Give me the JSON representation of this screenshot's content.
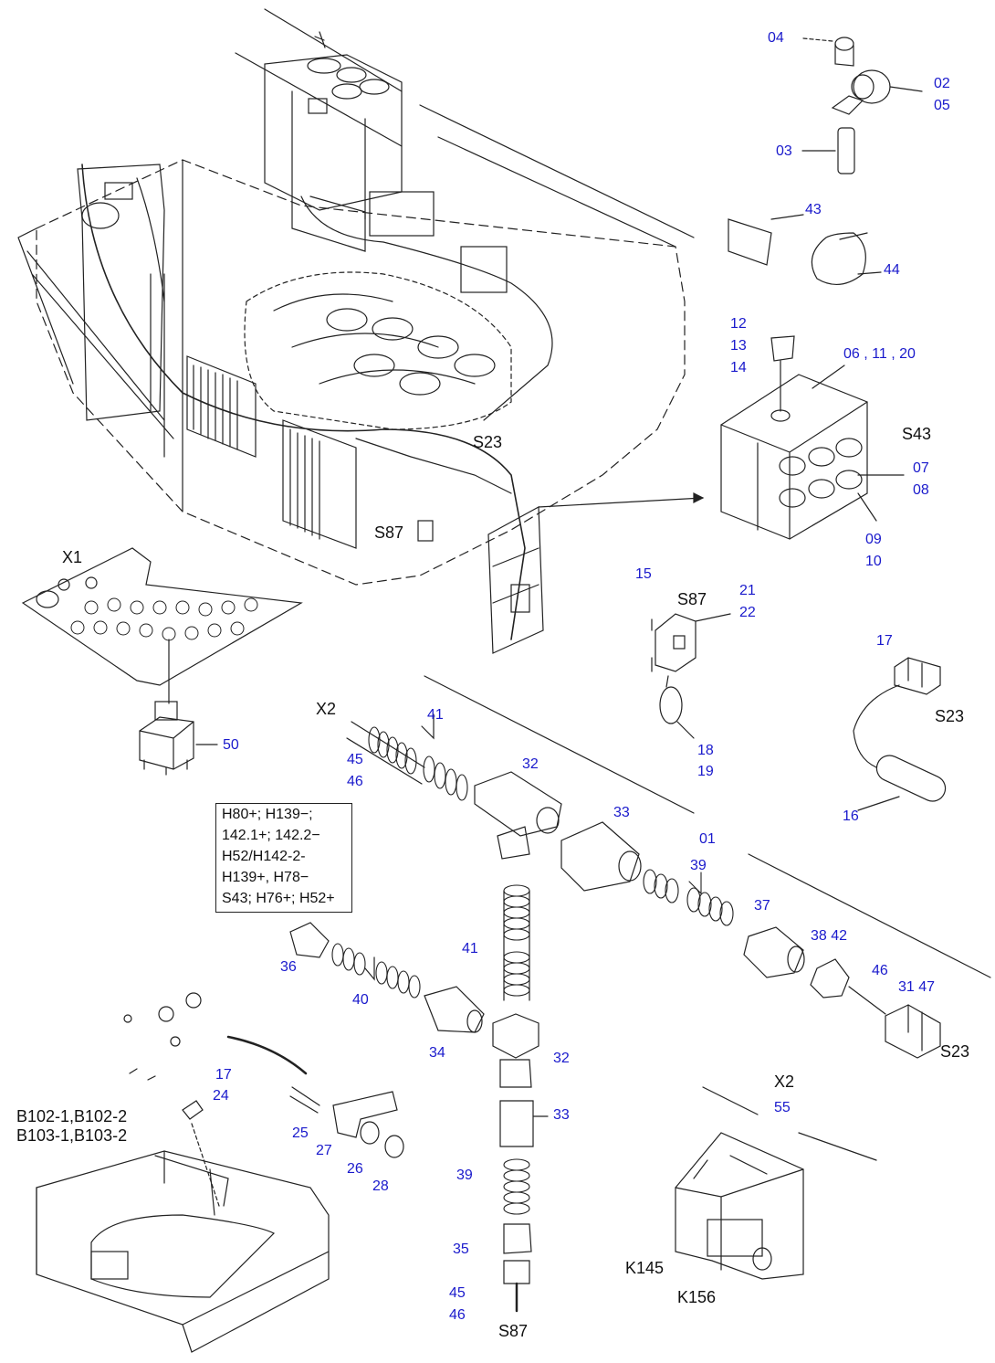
{
  "colors": {
    "callout": "#1a1acc",
    "designation": "#111111",
    "linework": "#222222"
  },
  "callouts": {
    "c04": "04",
    "c02": "02",
    "c05": "05",
    "c03": "03",
    "c43": "43",
    "c44": "44",
    "c12": "12",
    "c13": "13",
    "c14": "14",
    "c06_11_20": "06 , 11 , 20",
    "c07": "07",
    "c08": "08",
    "c09": "09",
    "c10": "10",
    "c15": "15",
    "c21": "21",
    "c22": "22",
    "c17a": "17",
    "c18": "18",
    "c19": "19",
    "c16": "16",
    "c50": "50",
    "c41a": "41",
    "c45a": "45",
    "c46a": "46",
    "c32a": "32",
    "c33a": "33",
    "c01": "01",
    "c39a": "39",
    "c37": "37",
    "c38_42": "38 42",
    "c46b": "46",
    "c31_47": "31 47",
    "c36": "36",
    "c41b": "41",
    "c40": "40",
    "c34": "34",
    "c32b": "32",
    "c33b": "33",
    "c39b": "39",
    "c35": "35",
    "c45b": "45",
    "c46c": "46",
    "c17b": "17",
    "c24": "24",
    "c25": "25",
    "c27": "27",
    "c26": "26",
    "c28": "28",
    "c55": "55"
  },
  "designations": {
    "x1": "X1",
    "x2a": "X2",
    "x2b": "X2",
    "s23a": "S23",
    "s23b": "S23",
    "s23c": "S23",
    "s87a": "S87",
    "s87b": "S87",
    "s87c": "S87",
    "s43": "S43",
    "b102": "B102-1,B102-2",
    "b103": "B103-1,B103-2",
    "k145": "K145",
    "k156": "K156"
  },
  "note": {
    "line1": "H80+; H139−;",
    "line2": "142.1+; 142.2−",
    "line3": "H52/H142-2-",
    "line4": "H139+, H78−",
    "line5": "S43; H76+; H52+"
  }
}
